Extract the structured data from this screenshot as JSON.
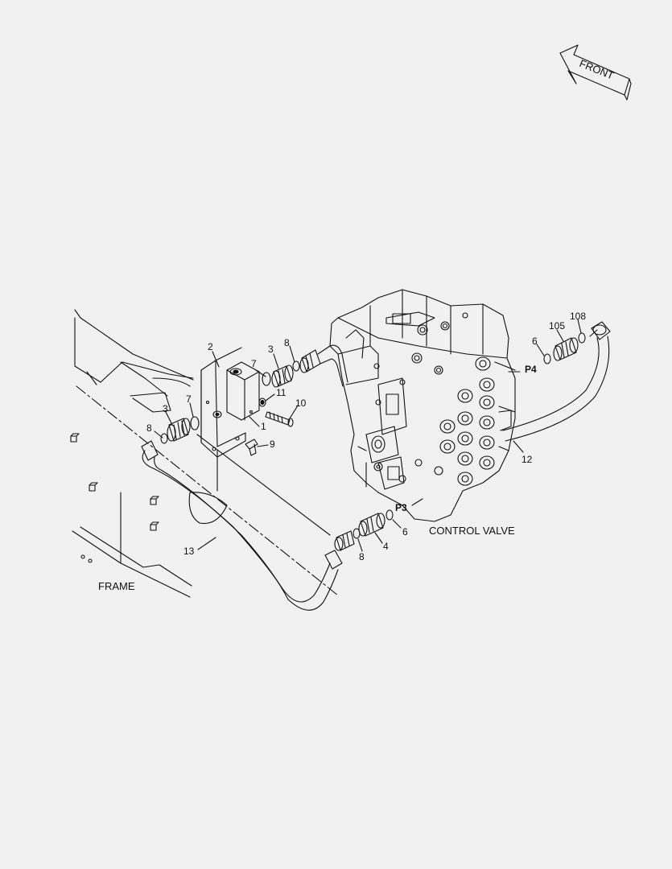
{
  "direction_arrow": {
    "text": "FRONT"
  },
  "captions": {
    "control_valve": "CONTROL VALVE",
    "frame": "FRAME"
  },
  "ports": {
    "p3": "P3",
    "p4": "P4"
  },
  "part_labels": [
    {
      "id": "l2a",
      "text": "2"
    },
    {
      "id": "l7a",
      "text": "7"
    },
    {
      "id": "l3a",
      "text": "3"
    },
    {
      "id": "l8a",
      "text": "8"
    },
    {
      "id": "l11",
      "text": "11"
    },
    {
      "id": "l10",
      "text": "10"
    },
    {
      "id": "l7b",
      "text": "7"
    },
    {
      "id": "l3b",
      "text": "3"
    },
    {
      "id": "l8b",
      "text": "8"
    },
    {
      "id": "l1",
      "text": "1"
    },
    {
      "id": "l9",
      "text": "9"
    },
    {
      "id": "l13",
      "text": "13"
    },
    {
      "id": "l6a",
      "text": "6"
    },
    {
      "id": "l105",
      "text": "105"
    },
    {
      "id": "l108",
      "text": "108"
    },
    {
      "id": "l12",
      "text": "12"
    },
    {
      "id": "l6b",
      "text": "6"
    },
    {
      "id": "l4",
      "text": "4"
    },
    {
      "id": "l8c",
      "text": "8"
    }
  ],
  "colors": {
    "background": "#f1f1f1",
    "line": "#111111"
  }
}
